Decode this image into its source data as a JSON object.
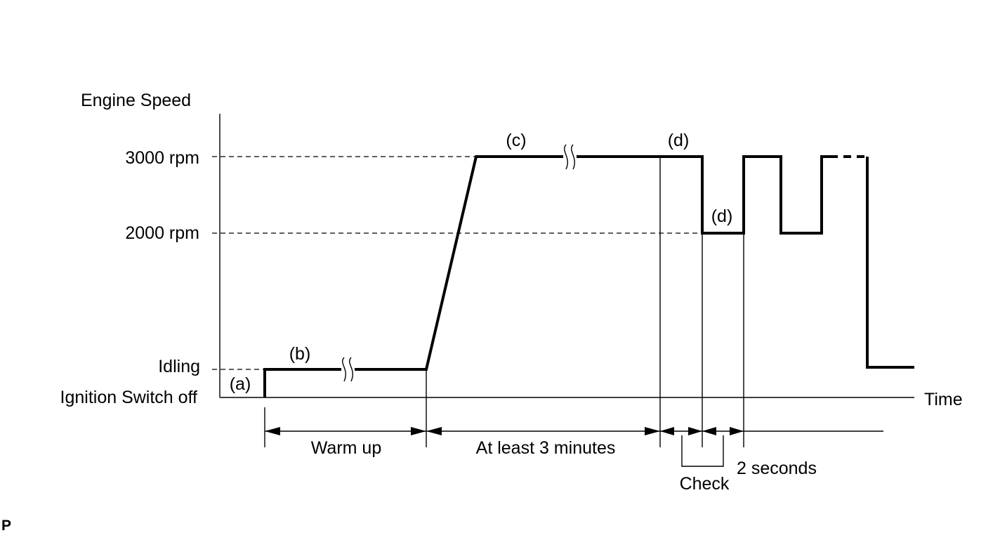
{
  "diagram": {
    "y_axis_title": "Engine Speed",
    "x_axis_title": "Time",
    "levels": {
      "rpm3000": "3000 rpm",
      "rpm2000": "2000 rpm",
      "idling": "Idling",
      "ignition_off": "Ignition Switch off"
    },
    "steps": {
      "a": "(a)",
      "b": "(b)",
      "c": "(c)",
      "d_top": "(d)",
      "d_low": "(d)"
    },
    "intervals": {
      "warm_up": "Warm up",
      "at_least": "At least 3 minutes",
      "two_seconds": "2 seconds",
      "check": "Check"
    },
    "corner_mark": "P"
  }
}
